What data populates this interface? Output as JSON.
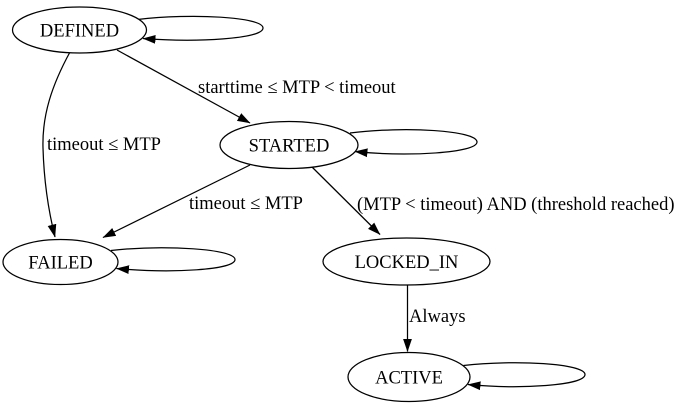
{
  "diagram": {
    "type": "state-machine-graph",
    "colors": {
      "background": "#ffffff",
      "line": "#000000",
      "node_fill": "#ffffff",
      "text": "#000000"
    },
    "nodes": [
      {
        "id": "DEFINED",
        "label": "DEFINED",
        "self_loop": true
      },
      {
        "id": "STARTED",
        "label": "STARTED",
        "self_loop": true
      },
      {
        "id": "FAILED",
        "label": "FAILED",
        "self_loop": true
      },
      {
        "id": "LOCKED_IN",
        "label": "LOCKED_IN",
        "self_loop": false
      },
      {
        "id": "ACTIVE",
        "label": "ACTIVE",
        "self_loop": true
      }
    ],
    "edges": [
      {
        "from": "DEFINED",
        "to": "STARTED",
        "label": "starttime ≤ MTP < timeout"
      },
      {
        "from": "DEFINED",
        "to": "FAILED",
        "label": "timeout ≤ MTP"
      },
      {
        "from": "STARTED",
        "to": "FAILED",
        "label": "timeout ≤ MTP"
      },
      {
        "from": "STARTED",
        "to": "LOCKED_IN",
        "label": "(MTP < timeout) AND (threshold reached)"
      },
      {
        "from": "LOCKED_IN",
        "to": "ACTIVE",
        "label": "Always"
      },
      {
        "from": "DEFINED",
        "to": "DEFINED",
        "label": ""
      },
      {
        "from": "STARTED",
        "to": "STARTED",
        "label": ""
      },
      {
        "from": "FAILED",
        "to": "FAILED",
        "label": ""
      },
      {
        "from": "ACTIVE",
        "to": "ACTIVE",
        "label": ""
      }
    ]
  }
}
